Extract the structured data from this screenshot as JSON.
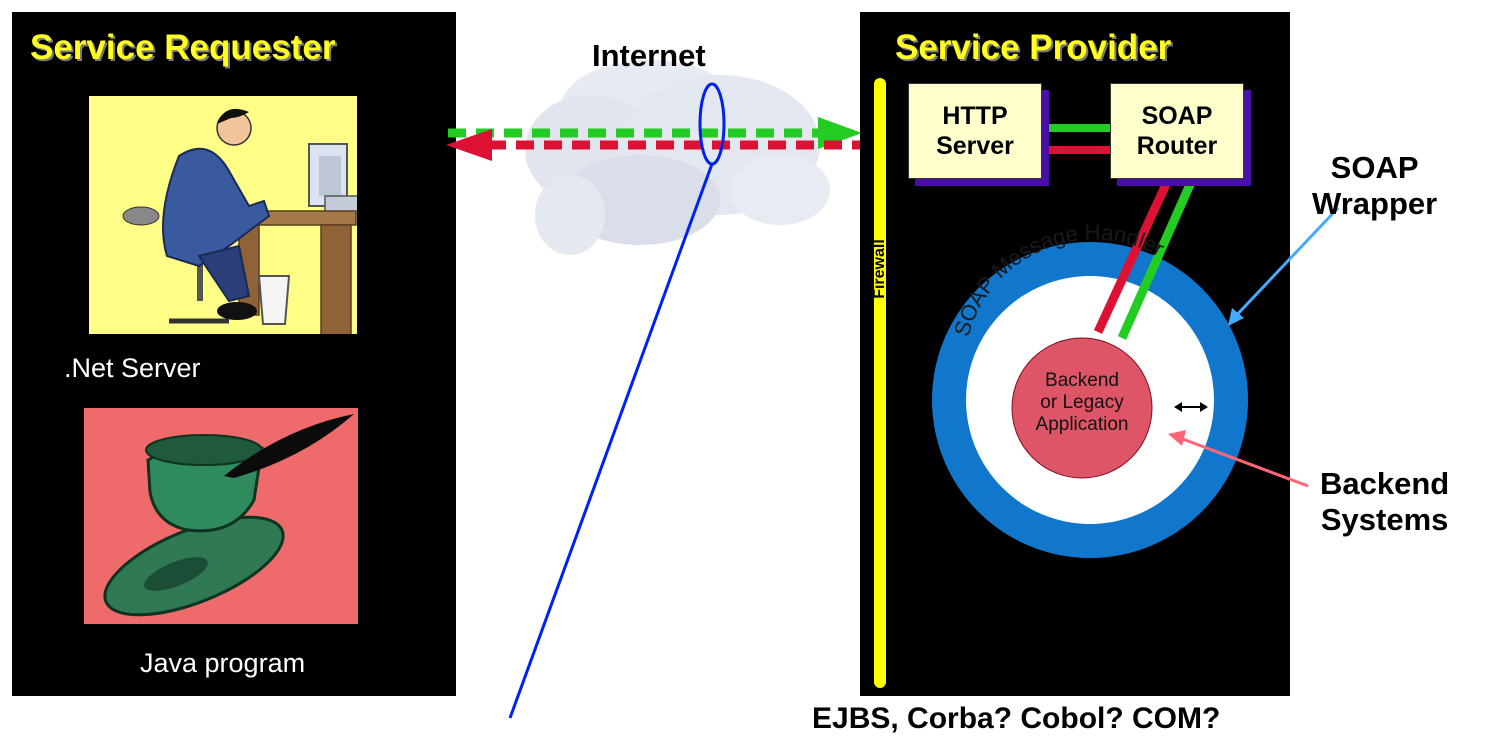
{
  "requester": {
    "title": "Service Requester",
    "net_server_label": ".Net Server",
    "java_label": "Java program"
  },
  "internet": {
    "label": "Internet"
  },
  "provider": {
    "title": "Service Provider",
    "http_box": {
      "line1": "HTTP",
      "line2": "Server"
    },
    "soap_box": {
      "line1": "SOAP",
      "line2": "Router"
    },
    "firewall_label": "Firewall",
    "handler_label": "SOAP Message Handler",
    "backend_circle": {
      "line1": "Backend",
      "line2": "or Legacy",
      "line3": "Application"
    }
  },
  "callouts": {
    "soap_wrapper": {
      "line1": "SOAP",
      "line2": "Wrapper"
    },
    "backend_systems": {
      "line1": "Backend",
      "line2": "Systems"
    },
    "bottom_caption": "EJBS, Corba? Cobol? COM?"
  },
  "colors": {
    "panel": "#000000",
    "title": "#ffff22",
    "request_arrow": "#22cc22",
    "response_arrow": "#dd1133",
    "firewall": "#ffff00",
    "wrapper_ring": "#1177cc",
    "backend": "#dd5566",
    "box_shadow": "#4a0fa8",
    "internet_marker": "#0022ee",
    "soap_pointer": "#44aaff",
    "backend_pointer": "#ff6677"
  }
}
